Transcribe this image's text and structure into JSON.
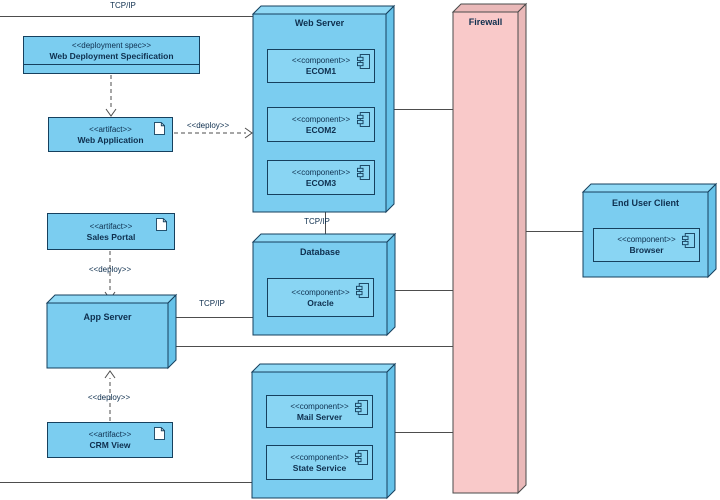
{
  "colors": {
    "node_fill": "#7bcdf0",
    "component_fill": "#89d5f3",
    "firewall_fill": "#f9c9c9",
    "shape_border": "#16405e",
    "connector": "#4d4d4d",
    "text": "#0e2f4e"
  },
  "labels": {
    "tcpip_top": "TCP/IP",
    "tcpip_ws_db": "TCP/IP",
    "tcpip_app_db": "TCP/IP",
    "deploy_web_app": "<<deploy>>",
    "deploy_sales_portal": "<<deploy>>",
    "deploy_crm_view": "<<deploy>>"
  },
  "spec_box": {
    "stereotype": "<<deployment spec>>",
    "name": "Web Deployment Specification"
  },
  "artifacts": {
    "web_application": {
      "stereotype": "<<artifact>>",
      "name": "Web Application"
    },
    "sales_portal": {
      "stereotype": "<<artifact>>",
      "name": "Sales Portal"
    },
    "crm_view": {
      "stereotype": "<<artifact>>",
      "name": "CRM View"
    }
  },
  "nodes": {
    "web_server": {
      "title": "Web Server",
      "components": [
        {
          "stereotype": "<<component>>",
          "name": "ECOM1"
        },
        {
          "stereotype": "<<component>>",
          "name": "ECOM2"
        },
        {
          "stereotype": "<<component>>",
          "name": "ECOM3"
        }
      ]
    },
    "database": {
      "title": "Database",
      "components": [
        {
          "stereotype": "<<component>>",
          "name": "Oracle"
        }
      ]
    },
    "app_server": {
      "title": "App Server"
    },
    "firewall": {
      "title": "Firewall"
    },
    "services_node": {
      "components": [
        {
          "stereotype": "<<component>>",
          "name": "Mail Server"
        },
        {
          "stereotype": "<<component>>",
          "name": "State Service"
        }
      ]
    },
    "end_user_client": {
      "title": "End User Client",
      "components": [
        {
          "stereotype": "<<component>>",
          "name": "Browser"
        }
      ]
    }
  }
}
